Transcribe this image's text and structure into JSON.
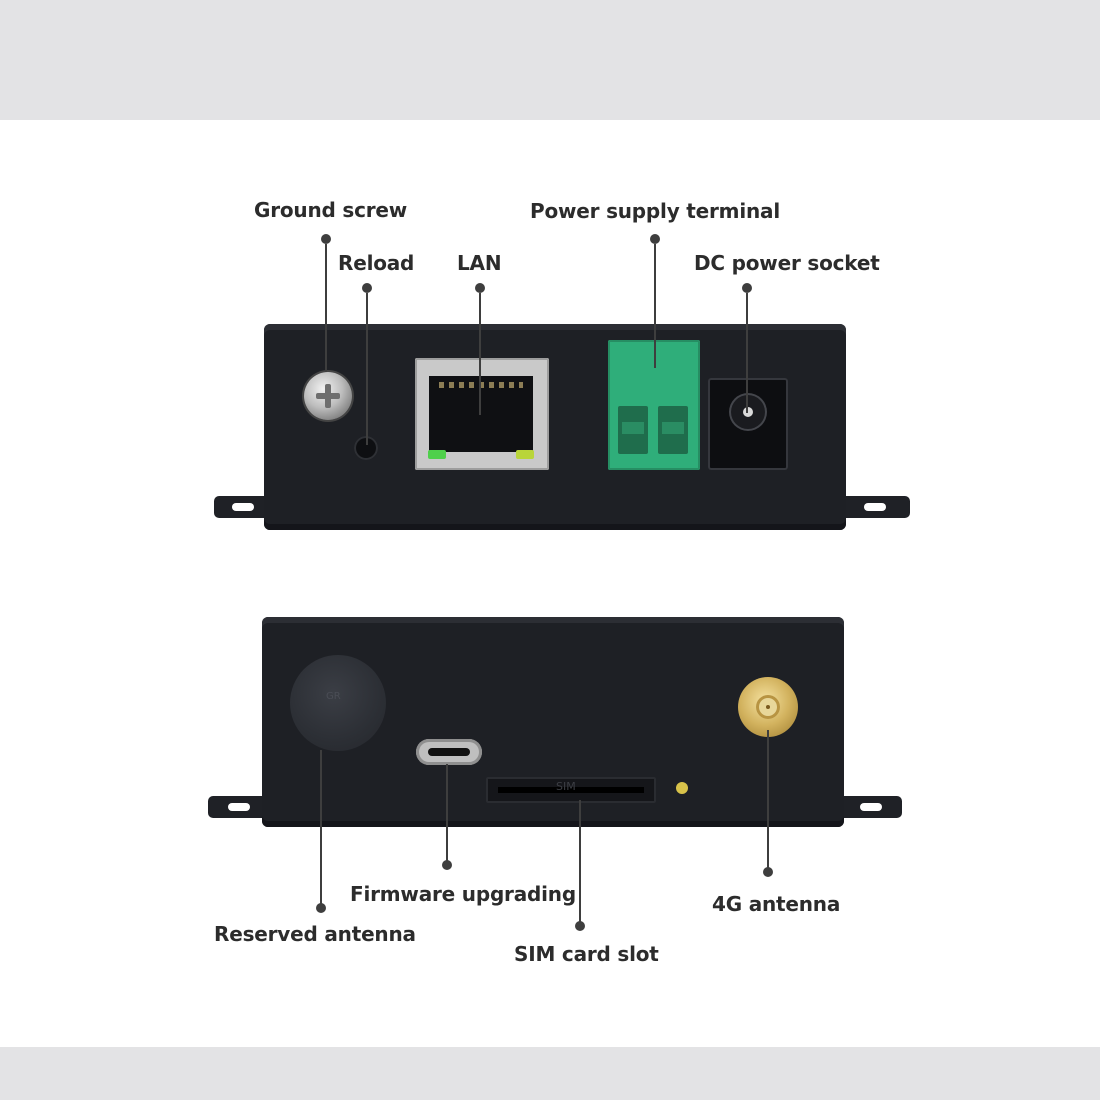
{
  "labels": {
    "ground_screw": "Ground screw",
    "reload": "Reload",
    "lan": "LAN",
    "power_supply_terminal": "Power supply terminal",
    "dc_power_socket": "DC power socket",
    "firmware_upgrading": "Firmware upgrading",
    "reserved_antenna": "Reserved antenna",
    "sim_card_slot": "SIM card slot",
    "antenna_4g": "4G antenna"
  },
  "device_markings": {
    "sim": "SIM",
    "cap": "GR"
  },
  "colors": {
    "device_body": "#1e2025",
    "terminal_green": "#2fae7a",
    "antenna_gold": "#d2b25e",
    "band_gray": "#e3e3e5"
  }
}
